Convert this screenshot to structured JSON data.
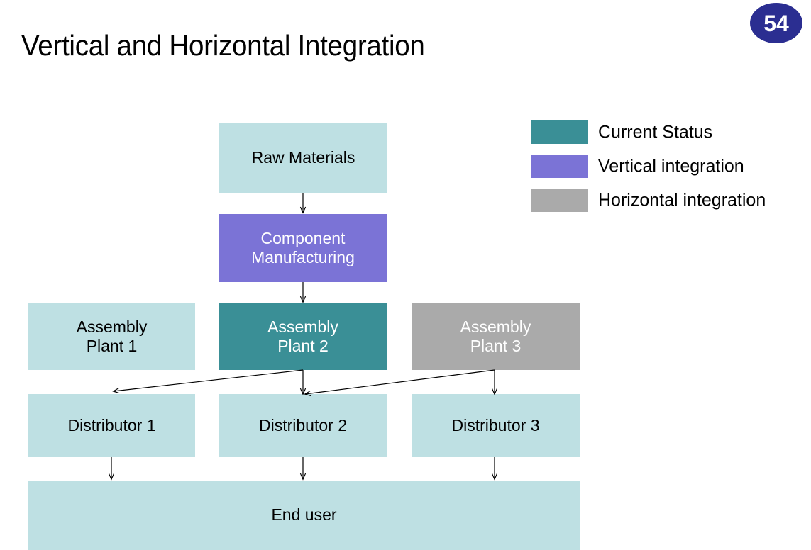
{
  "slide": {
    "title": "Vertical and Horizontal Integration",
    "page_number": "54",
    "background_color": "#FFFFFF"
  },
  "colors": {
    "light_teal": "#BEE0E3",
    "teal": "#3A8F96",
    "purple": "#7B73D6",
    "gray": "#AAAAAA",
    "badge_blue": "#2B2E91",
    "arrow": "#000000"
  },
  "diagram": {
    "nodes": [
      {
        "id": "raw",
        "label": "Raw Materials",
        "fill": "#BEE0E3",
        "text_color": "#000000"
      },
      {
        "id": "component",
        "label": "Component\nManufacturing",
        "fill": "#7B73D6",
        "text_color": "#FFFFFF"
      },
      {
        "id": "plant1",
        "label": "Assembly\nPlant 1",
        "fill": "#BEE0E3",
        "text_color": "#000000"
      },
      {
        "id": "plant2",
        "label": "Assembly\nPlant 2",
        "fill": "#3A8F96",
        "text_color": "#FFFFFF"
      },
      {
        "id": "plant3",
        "label": "Assembly\nPlant 3",
        "fill": "#AAAAAA",
        "text_color": "#FFFFFF"
      },
      {
        "id": "dist1",
        "label": "Distributor 1",
        "fill": "#BEE0E3",
        "text_color": "#000000"
      },
      {
        "id": "dist2",
        "label": "Distributor 2",
        "fill": "#BEE0E3",
        "text_color": "#000000"
      },
      {
        "id": "dist3",
        "label": "Distributor 3",
        "fill": "#BEE0E3",
        "text_color": "#000000"
      },
      {
        "id": "enduser",
        "label": "End user",
        "fill": "#BEE0E3",
        "text_color": "#000000"
      }
    ],
    "connectors": [
      {
        "from": "raw",
        "to": "component",
        "kind": "vertical"
      },
      {
        "from": "component",
        "to": "plant2",
        "kind": "vertical"
      },
      {
        "from": "plant2",
        "to": "dist2",
        "kind": "vertical"
      },
      {
        "from": "plant2",
        "to": "dist1",
        "kind": "diagonal"
      },
      {
        "from": "plant3",
        "to": "dist3",
        "kind": "vertical"
      },
      {
        "from": "plant3",
        "to": "dist2",
        "kind": "diagonal"
      },
      {
        "from": "dist1",
        "to": "enduser",
        "kind": "vertical"
      },
      {
        "from": "dist2",
        "to": "enduser",
        "kind": "vertical"
      },
      {
        "from": "dist3",
        "to": "enduser",
        "kind": "vertical"
      }
    ]
  },
  "legend": {
    "items": [
      {
        "label": "Current Status",
        "color": "#3A8F96"
      },
      {
        "label": "Vertical integration",
        "color": "#7B73D6"
      },
      {
        "label": "Horizontal integration",
        "color": "#AAAAAA"
      }
    ]
  }
}
